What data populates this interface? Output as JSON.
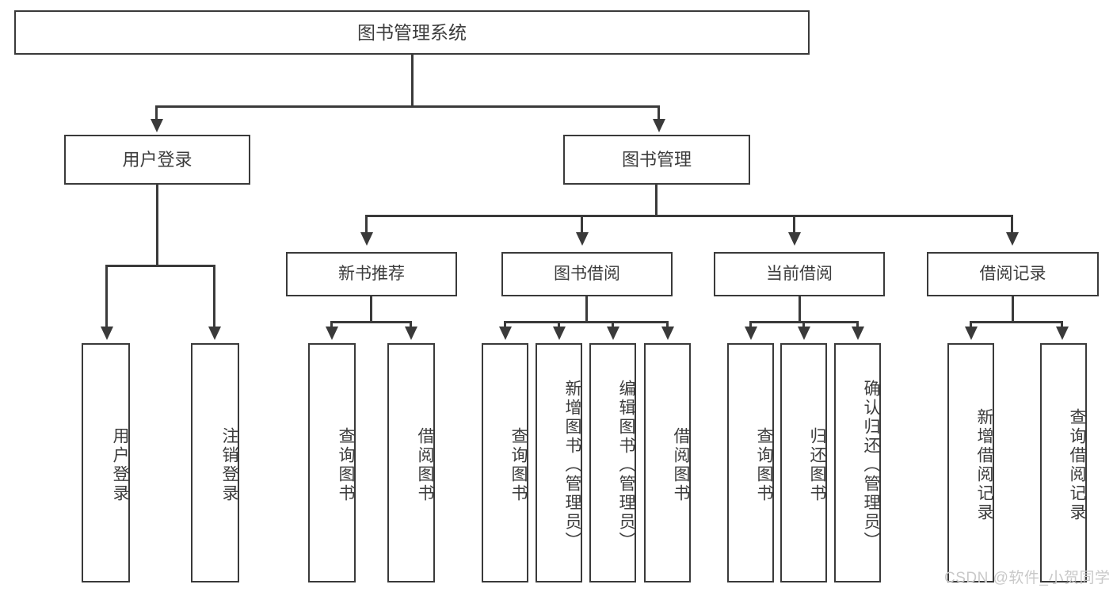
{
  "diagram": {
    "type": "tree-hierarchy-chart",
    "title": "图书管理系统",
    "background_color": "#ffffff",
    "box_border_color": "#3a3a3a",
    "text_color": "#3c3c3c",
    "connector_color": "#3a3a3a"
  },
  "root": {
    "label": "图书管理系统"
  },
  "level2": [
    {
      "label": "用户登录"
    },
    {
      "label": "图书管理"
    }
  ],
  "level3": [
    {
      "label": "新书推荐"
    },
    {
      "label": "图书借阅"
    },
    {
      "label": "当前借阅"
    },
    {
      "label": "借阅记录"
    }
  ],
  "leaves": {
    "user_login": [
      {
        "label": "用户登录"
      },
      {
        "label": "注销登录"
      }
    ],
    "new_book_recommend": [
      {
        "label": "查询图书"
      },
      {
        "label": "借阅图书"
      }
    ],
    "book_borrow": [
      {
        "label": "查询图书"
      },
      {
        "label": "新增图书（管理员）"
      },
      {
        "label": "编辑图书（管理员）"
      },
      {
        "label": "借阅图书"
      }
    ],
    "current_borrow": [
      {
        "label": "查询图书"
      },
      {
        "label": "归还图书"
      },
      {
        "label": "确认归还（管理员）"
      }
    ],
    "borrow_record": [
      {
        "label": "新增借阅记录"
      },
      {
        "label": "查询借阅记录"
      }
    ]
  },
  "watermark": {
    "text": "CSDN @软件_小贺同学",
    "color": "#c9c9c9"
  }
}
